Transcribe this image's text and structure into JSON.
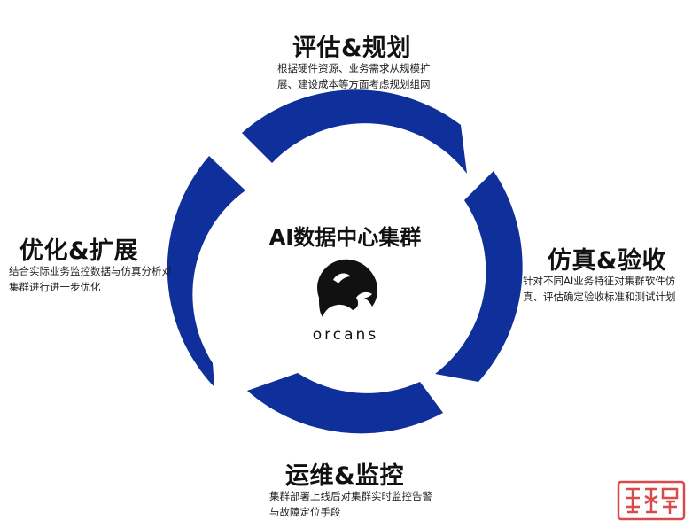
{
  "center": {
    "title": "AI数据中心集群",
    "brand_text": "orcans",
    "logo_icon": "orca-whale-logo"
  },
  "stages": [
    {
      "title": "评估&规划",
      "desc": [
        "根据硬件资源、业务需求从规模扩",
        "展、建设成本等方面考虑规划组网"
      ]
    },
    {
      "title": "仿真&验收",
      "desc": [
        "针对不同AI业务特征对集群软件仿",
        "真、评估确定验收标准和测试计划"
      ]
    },
    {
      "title": "运维&监控",
      "desc": [
        "集群部署上线后对集群实时监控告警",
        "与故障定位手段"
      ]
    },
    {
      "title": "优化&扩展",
      "desc": [
        "结合实际业务监控数据与仿真分析对",
        "集群进行进一步优化"
      ]
    }
  ],
  "seal": {
    "text": "美辰荣"
  },
  "colors": {
    "ring": "#0f2f9a",
    "text": "#111111",
    "seal": "#d94a4a"
  }
}
